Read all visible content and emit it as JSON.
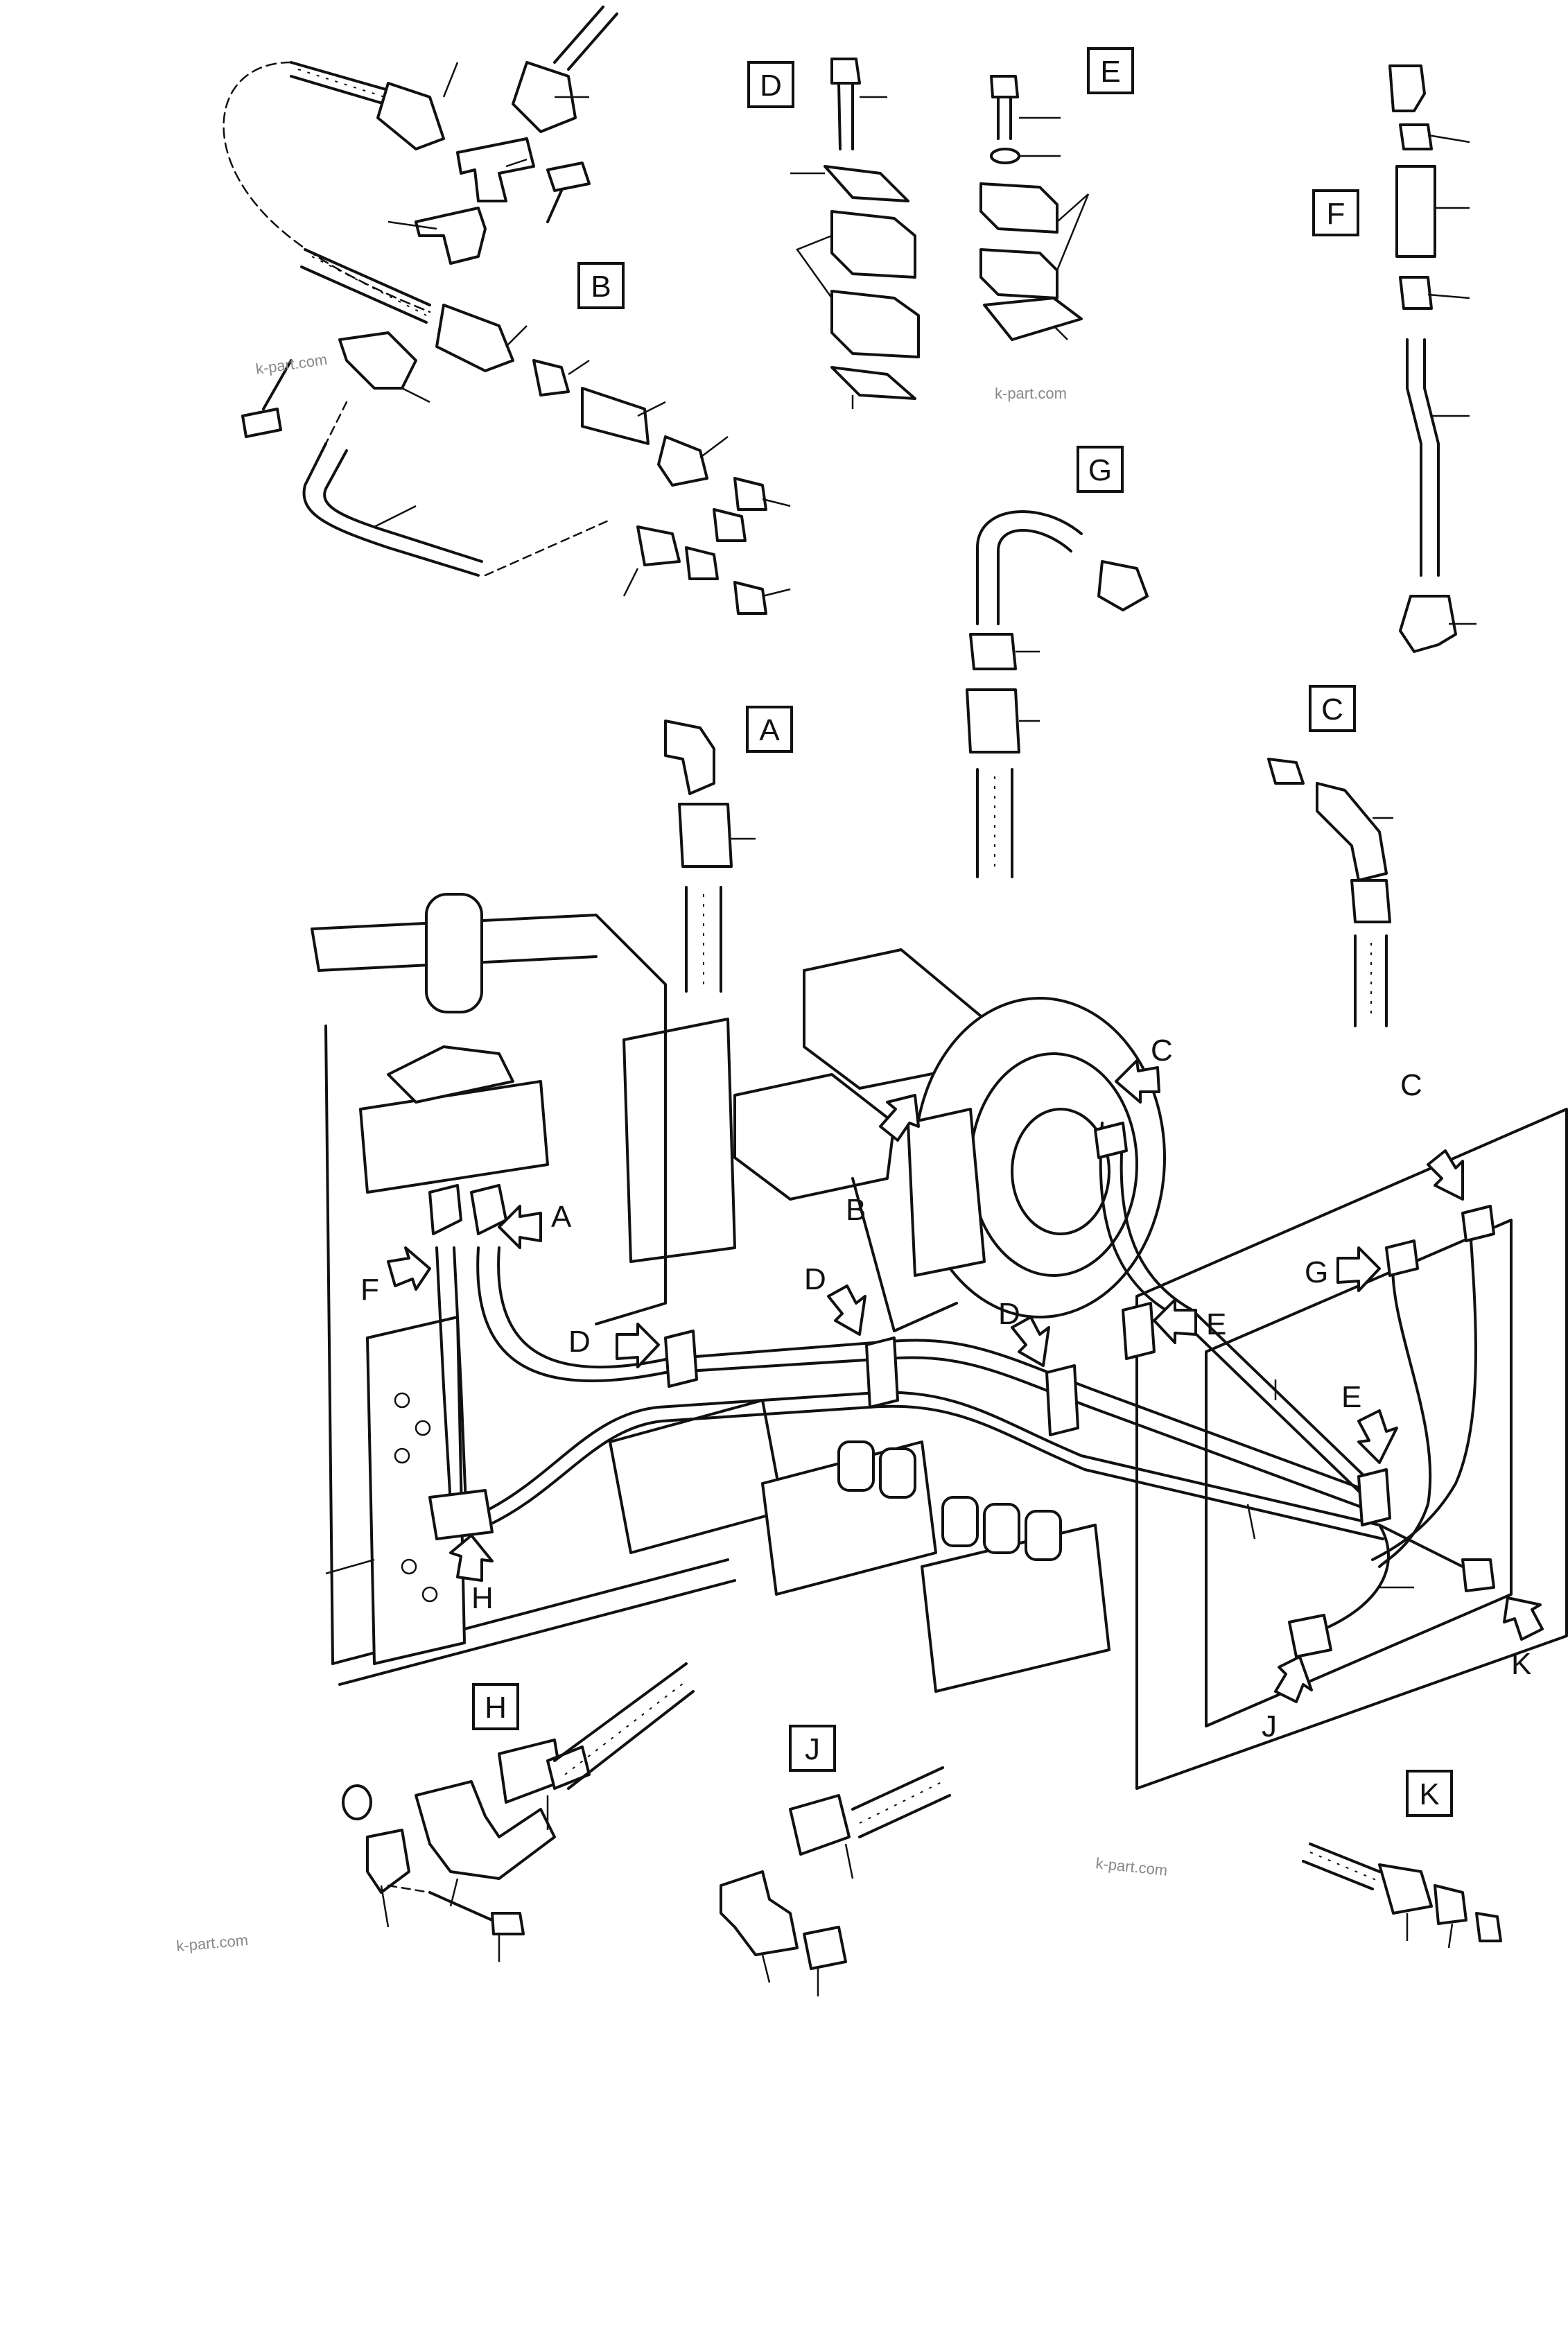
{
  "diagram": {
    "box_labels": {
      "A": "A",
      "B": "B",
      "C": "C",
      "D": "D",
      "E": "E",
      "F": "F",
      "G": "G",
      "H": "H",
      "J": "J",
      "K": "K"
    },
    "arrow_labels": {
      "A": "A",
      "B": "B",
      "C1": "C",
      "C2": "C",
      "D1": "D",
      "D2": "D",
      "D3": "D",
      "E1": "E",
      "E2": "E",
      "F": "F",
      "G": "G",
      "H": "H",
      "J": "J",
      "K": "K"
    },
    "watermark": "k-part.com"
  }
}
